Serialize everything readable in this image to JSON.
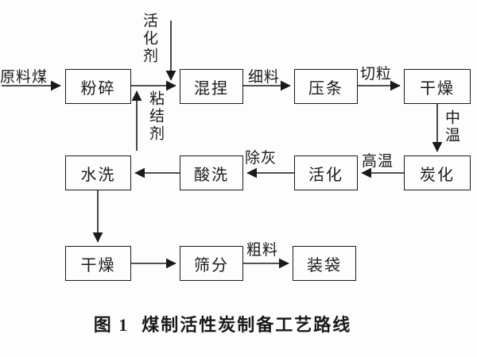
{
  "caption": {
    "figure_no": "图 1",
    "title": "煤制活性炭制备工艺路线"
  },
  "nodes": {
    "raw_coal": "原料煤",
    "crush": "粉碎",
    "knead": "混捏",
    "press": "压条",
    "dry_top": "干燥",
    "carbonize": "炭化",
    "activate": "活化",
    "acid_wash": "酸洗",
    "water_wash": "水洗",
    "dry_bottom": "干燥",
    "sieve": "筛分",
    "bag": "装袋"
  },
  "edge_labels": {
    "activator": "活化剂",
    "binder": "粘结剂",
    "fine_material": "细料",
    "pelletize": "切粒",
    "medium_temperature": "中温",
    "high_temperature": "高温",
    "ash_removal": "除灰",
    "coarse_material": "粗料"
  },
  "edges": [
    {
      "from": "原料煤",
      "to": "粉碎",
      "label": ""
    },
    {
      "from": "粉碎",
      "to": "混捏",
      "label": ""
    },
    {
      "from": "活化剂",
      "to": "混捏",
      "label": ""
    },
    {
      "from": "粘结剂",
      "to": "混捏",
      "label": ""
    },
    {
      "from": "混捏",
      "to": "压条",
      "label": "细料"
    },
    {
      "from": "压条",
      "to": "干燥",
      "label": "切粒"
    },
    {
      "from": "干燥",
      "to": "炭化",
      "label": "中温"
    },
    {
      "from": "炭化",
      "to": "活化",
      "label": "高温"
    },
    {
      "from": "活化",
      "to": "酸洗",
      "label": "除灰"
    },
    {
      "from": "酸洗",
      "to": "水洗",
      "label": ""
    },
    {
      "from": "水洗",
      "to": "干燥",
      "label": ""
    },
    {
      "from": "干燥",
      "to": "筛分",
      "label": ""
    },
    {
      "from": "筛分",
      "to": "装袋",
      "label": "粗料"
    }
  ],
  "colors": {
    "ink": "#1a1a1a",
    "paper": "#fdfdfd"
  }
}
